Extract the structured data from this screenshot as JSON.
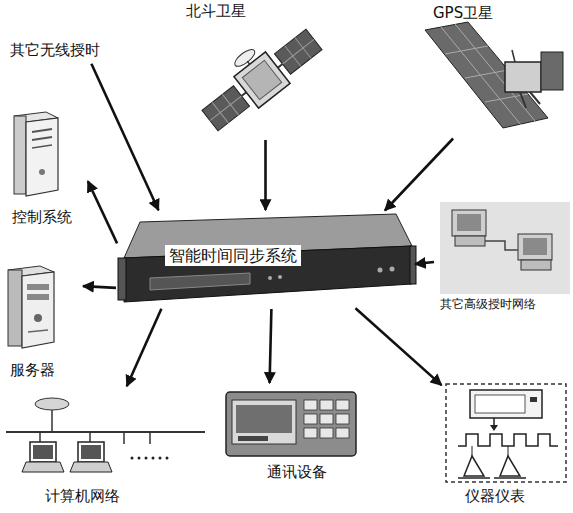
{
  "diagram": {
    "nodes": [
      {
        "text": [
          "其它无线授时"
        ]
      },
      {
        "text": [
          "北斗卫星"
        ]
      },
      {
        "text": [
          "GPS卫星"
        ]
      },
      {
        "text": [
          "控制系统"
        ]
      },
      {
        "text": [
          "智能时间同步系统"
        ]
      },
      {
        "text": [
          "其它高级授时网络"
        ]
      },
      {
        "text": [
          "服务器"
        ]
      },
      {
        "text": [
          "计算机网络"
        ]
      },
      {
        "text": [
          "通讯设备"
        ]
      },
      {
        "text": [
          "仪器仪表"
        ]
      }
    ],
    "edges": [
      {
        "from": 0,
        "to": 4,
        "arrow": "to"
      },
      {
        "from": 1,
        "to": 4,
        "arrow": "to"
      },
      {
        "from": 2,
        "to": 4,
        "arrow": "to"
      },
      {
        "from": 4,
        "to": 3,
        "arrow": "to"
      },
      {
        "from": 5,
        "to": 4,
        "arrow": "to"
      },
      {
        "from": 4,
        "to": 6,
        "arrow": "to"
      },
      {
        "from": 4,
        "to": 7,
        "arrow": "to"
      },
      {
        "from": 4,
        "to": 8,
        "arrow": "to"
      },
      {
        "from": 4,
        "to": 9,
        "arrow": "to"
      }
    ]
  }
}
